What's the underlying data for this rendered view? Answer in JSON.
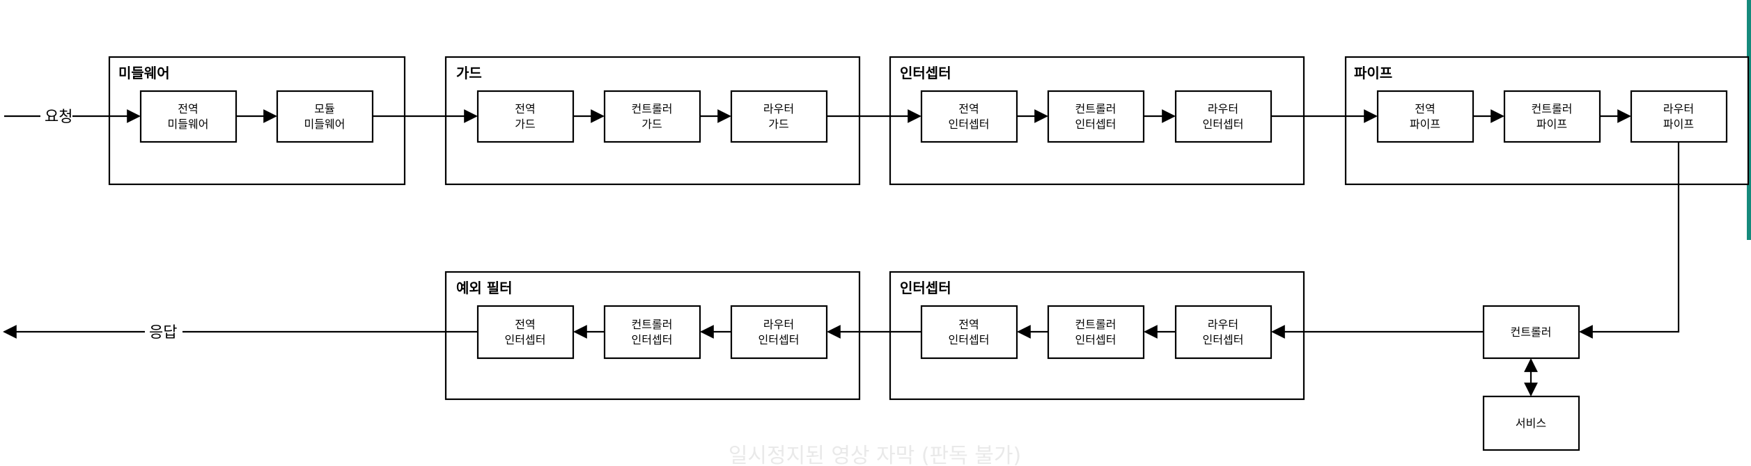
{
  "colors": {
    "stroke": "#000000",
    "background": "#ffffff",
    "accent_bar": "#168a7c",
    "caption": "#e9e9e9"
  },
  "edges": {
    "request_label": "요청",
    "response_label": "응답"
  },
  "groups": {
    "middleware": {
      "title": "미들웨어"
    },
    "guard": {
      "title": "가드"
    },
    "interceptor_in": {
      "title": "인터셉터"
    },
    "pipe": {
      "title": "파이프"
    },
    "exception_filter": {
      "title": "예외 필터"
    },
    "interceptor_out": {
      "title": "인터셉터"
    }
  },
  "nodes": {
    "global_middleware": [
      "전역",
      "미들웨어"
    ],
    "module_middleware": [
      "모듈",
      "미들웨어"
    ],
    "global_guard": [
      "전역",
      "가드"
    ],
    "controller_guard": [
      "컨트롤러",
      "가드"
    ],
    "router_guard": [
      "라우터",
      "가드"
    ],
    "global_interceptor_in": [
      "전역",
      "인터셉터"
    ],
    "controller_interceptor_in": [
      "컨트롤러",
      "인터셉터"
    ],
    "router_interceptor_in": [
      "라우터",
      "인터셉터"
    ],
    "global_pipe": [
      "전역",
      "파이프"
    ],
    "controller_pipe": [
      "컨트롤러",
      "파이프"
    ],
    "router_pipe": [
      "라우터",
      "파이프"
    ],
    "controller": [
      "컨트롤러"
    ],
    "service": [
      "서비스"
    ],
    "router_interceptor_out": [
      "라우터",
      "인터셉터"
    ],
    "controller_interceptor_out": [
      "컨트롤러",
      "인터셉터"
    ],
    "global_interceptor_out": [
      "전역",
      "인터셉터"
    ],
    "router_filter": [
      "라우터",
      "인터셉터"
    ],
    "controller_filter": [
      "컨트롤러",
      "인터셉터"
    ],
    "global_filter": [
      "전역",
      "인터셉터"
    ]
  },
  "caption": "일시정지된 영상 자막 (판독 불가)"
}
